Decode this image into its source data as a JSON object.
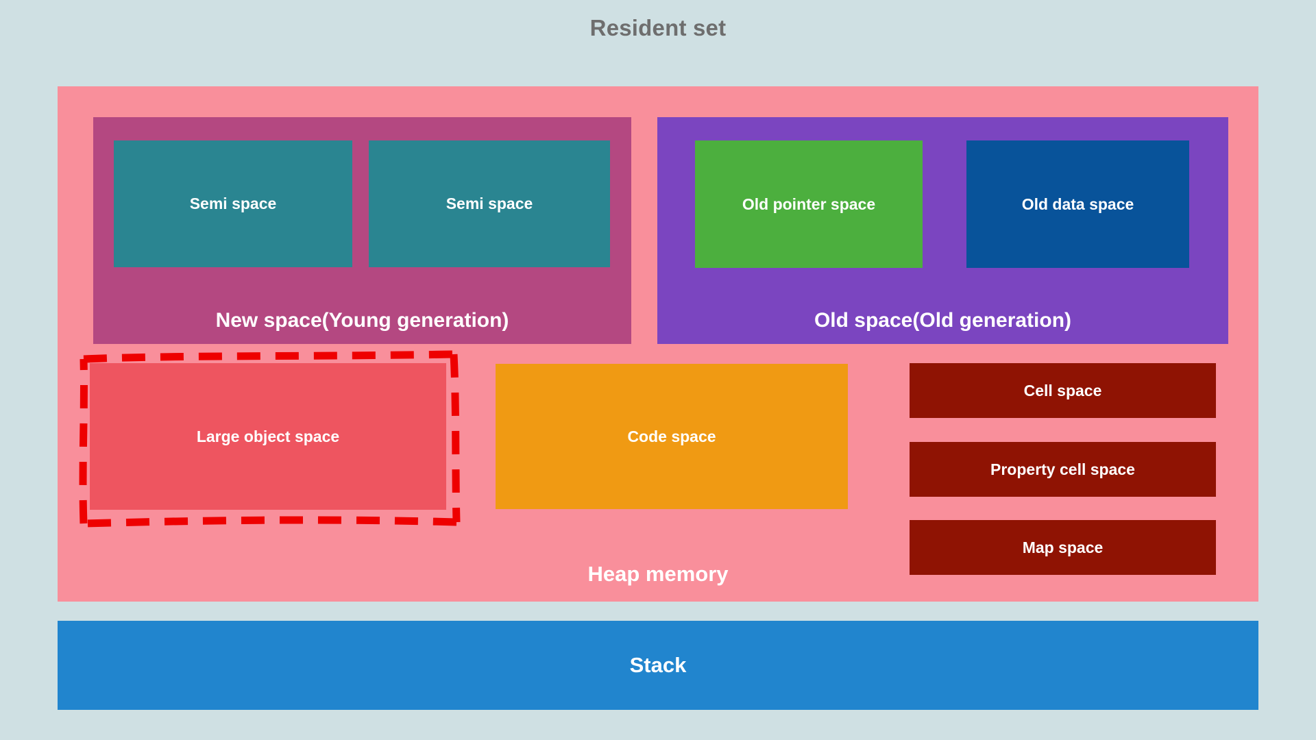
{
  "diagram": {
    "title": "Resident set",
    "title_color": "#6e6e6e",
    "background_color": "#cfe0e3",
    "heap": {
      "label": "Heap memory",
      "color": "#f98f9b",
      "new_space": {
        "label": "New space(Young generation)",
        "color": "#b44881",
        "children": [
          {
            "label": "Semi space",
            "color": "#2a8591"
          },
          {
            "label": "Semi space",
            "color": "#2a8591"
          }
        ]
      },
      "old_space": {
        "label": "Old space(Old generation)",
        "color": "#7b45c0",
        "children": [
          {
            "label": "Old pointer space",
            "color": "#4caf3e"
          },
          {
            "label": "Old data space",
            "color": "#08539a"
          }
        ]
      },
      "large_object_space": {
        "label": "Large object space",
        "color": "#ee5560"
      },
      "code_space": {
        "label": "Code space",
        "color": "#f09a13"
      },
      "right_column": [
        {
          "label": "Cell space",
          "color": "#8f1303"
        },
        {
          "label": "Property cell space",
          "color": "#8f1303"
        },
        {
          "label": "Map space",
          "color": "#8f1303"
        }
      ]
    },
    "stack": {
      "label": "Stack",
      "color": "#2185ce"
    },
    "annotation": {
      "target": "Large object space",
      "style": "red-dashed-rectangle",
      "color": "#ee0000"
    }
  }
}
